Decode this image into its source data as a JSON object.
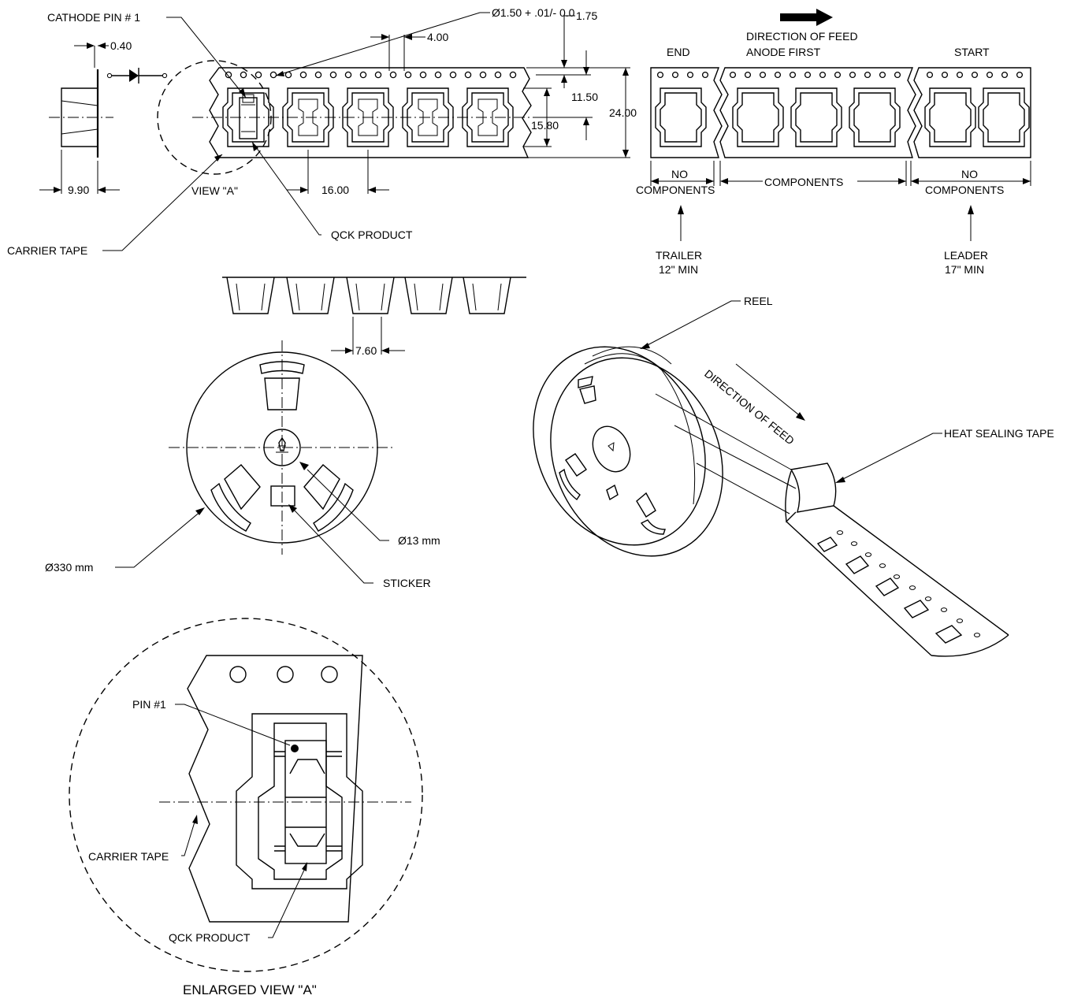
{
  "labels": {
    "cathode_pin": "CATHODE PIN # 1",
    "hole_dia": "Ø1.50 + .01/- 0.0",
    "dim_175": "1.75",
    "dim_400": "4.00",
    "dim_040": "0.40",
    "dim_1150": "11.50",
    "dim_1580": "15.80",
    "dim_2400": "24.00",
    "dim_990": "9.90",
    "view_a": "VIEW \"A\"",
    "dim_1600": "16.00",
    "qck_product": "QCK PRODUCT",
    "carrier_tape": "CARRIER TAPE",
    "end": "END",
    "direction_feed_line1": "DIRECTION OF FEED",
    "direction_feed_line2": "ANODE FIRST",
    "start": "START",
    "no_left_1": "NO",
    "no_left_2": "COMPONENTS",
    "components": "COMPONENTS",
    "no_right_1": "NO",
    "no_right_2": "COMPONENTS",
    "trailer_1": "TRAILER",
    "trailer_2": "12\" MIN",
    "leader_1": "LEADER",
    "leader_2": "17\" MIN",
    "dim_760": "7.60",
    "reel": "REEL",
    "direction_of_feed": "DIRECTION OF FEED",
    "heat_sealing_tape": "HEAT SEALING TAPE",
    "dia_13": "Ø13 mm",
    "dia_330": "Ø330 mm",
    "sticker": "STICKER",
    "pin1": "PIN #1",
    "carrier_tape_2": "CARRIER TAPE",
    "qck_product_2": "QCK PRODUCT",
    "enlarged_view": "ENLARGED VIEW \"A\""
  }
}
